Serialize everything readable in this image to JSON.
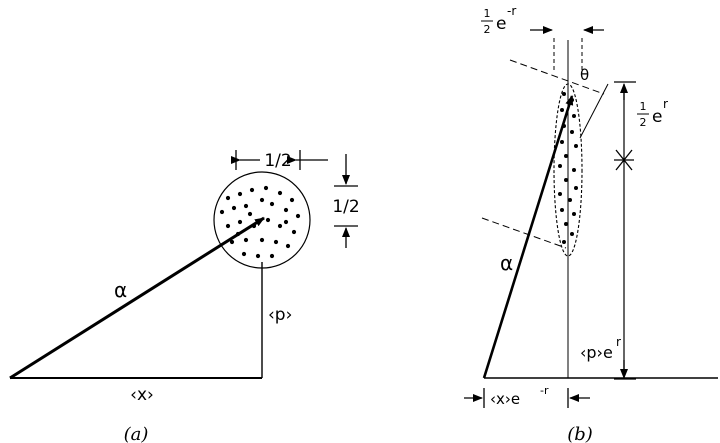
{
  "panel_a": {
    "caption": "(a)",
    "alpha": "α",
    "x_label": "‹x›",
    "p_label": "‹p›",
    "width_label": "1/2",
    "height_label": "1/2"
  },
  "panel_b": {
    "caption": "(b)",
    "alpha": "α",
    "x_label": "‹x›e",
    "x_exp": "-r",
    "p_label": "‹p›e",
    "p_exp": "r",
    "theta": "θ",
    "width_num": "1",
    "width_den": "2",
    "width_e": "e",
    "width_exp": "-r",
    "len_num": "1",
    "len_den": "2",
    "len_e": "e",
    "len_exp": "r"
  }
}
